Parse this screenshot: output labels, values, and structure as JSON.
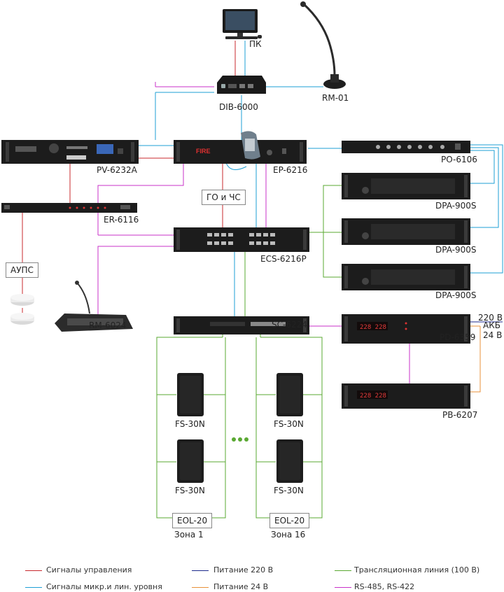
{
  "devices": {
    "pc": "ПК",
    "dib": "DIB-6000",
    "rm01": "RM-01",
    "pv": "PV-6232A",
    "ep": "EP-6216",
    "ep_screen": "FIRE",
    "po": "PO-6106",
    "er": "ER-6116",
    "dpa1": "DPA-900S",
    "dpa2": "DPA-900S",
    "dpa3": "DPA-900S",
    "ecs": "ECS-6216P",
    "sc": "SC-6224",
    "rm6024": "RM-6024",
    "pd": "PD-6359",
    "pd_display": "228 228",
    "pb": "PB-6207",
    "pb_display": "228 228",
    "fs1": "FS-30N",
    "fs2": "FS-30N",
    "fs3": "FS-30N",
    "fs4": "FS-30N",
    "eol1": "EOL-20",
    "eol2": "EOL-20"
  },
  "labels": {
    "go_chs": "ГО и ЧС",
    "aups": "АУПС",
    "zone1": "Зона 1",
    "zone16": "Зона 16",
    "v220": "220 В",
    "akb_line1": "АКБ",
    "akb_line2": "24 В"
  },
  "legend": [
    {
      "text": "Сигналы управления",
      "color": "#c8282d"
    },
    {
      "text": "Сигналы микр.и лин. уровня",
      "color": "#1e9fd6"
    },
    {
      "text": "Питание 220 В",
      "color": "#1c2a8c"
    },
    {
      "text": "Питание 24 В",
      "color": "#e8913a"
    },
    {
      "text": "Трансляционная линия (100 В)",
      "color": "#5aa832"
    },
    {
      "text": "RS-485, RS-422",
      "color": "#c832c8"
    }
  ],
  "colors": {
    "control": "#c8282d",
    "audio": "#1e9fd6",
    "power220": "#1c2a8c",
    "power24": "#e8913a",
    "line100": "#5aa832",
    "rs485": "#c832c8"
  }
}
